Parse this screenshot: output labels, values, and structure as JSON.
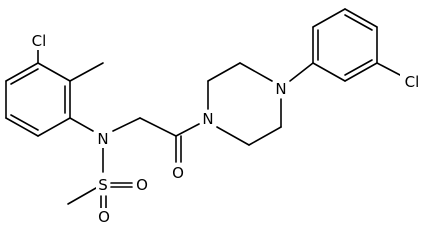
{
  "molecule": {
    "atom_labels": {
      "cl_left": "Cl",
      "cl_right": "Cl",
      "n_sulfonamide": "N",
      "n_pip_left": "N",
      "n_pip_right": "N",
      "s": "S",
      "o_upper": "O",
      "o_lower": "O",
      "o_carbonyl": "O"
    }
  }
}
